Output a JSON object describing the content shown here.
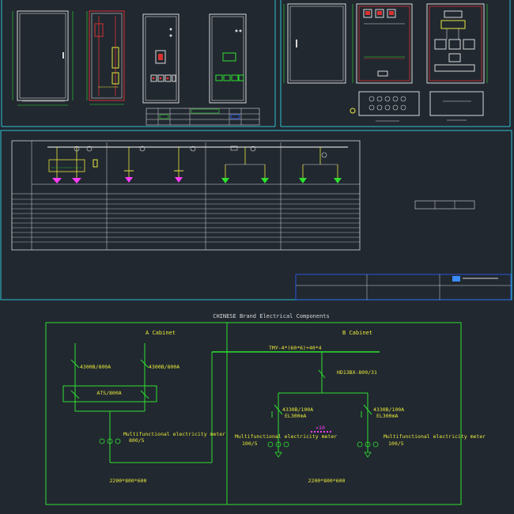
{
  "colors": {
    "background": "#212830",
    "frame": "#2fc0d4",
    "line": "#d8d8d8",
    "green": "#2fe02f",
    "yellow": "#e8e83a",
    "magenta": "#ff3cff",
    "red": "#d83232",
    "blue": "#3060ff"
  },
  "lower_schematic": {
    "title": "CHINESE Brand Electrical Components",
    "cabinet_a": {
      "label": "A Cabinet",
      "breaker_left": "4300B/800A",
      "breaker_right": "4300B/800A",
      "ats": "ATS/800A",
      "meter": "Multifunctional electricity meter",
      "ct_ratio": "800/5",
      "dimensions": "2200*800*600"
    },
    "cabinet_b": {
      "label": "B Cabinet",
      "busbar": "TMY-4*(60*6)+40*4",
      "switch": "HD13BX-800/31",
      "breaker_left": "4330B/100A",
      "breaker_left_el": "EL300mA",
      "breaker_right": "4330B/100A",
      "breaker_right_el": "EL300mA",
      "meter_left": "Multifunctional electricity meter",
      "ct_left": "100/5",
      "meter_right": "Multifunctional electricity meter",
      "ct_right": "100/5",
      "note": "×10",
      "dimensions": "2200*800*600"
    }
  }
}
